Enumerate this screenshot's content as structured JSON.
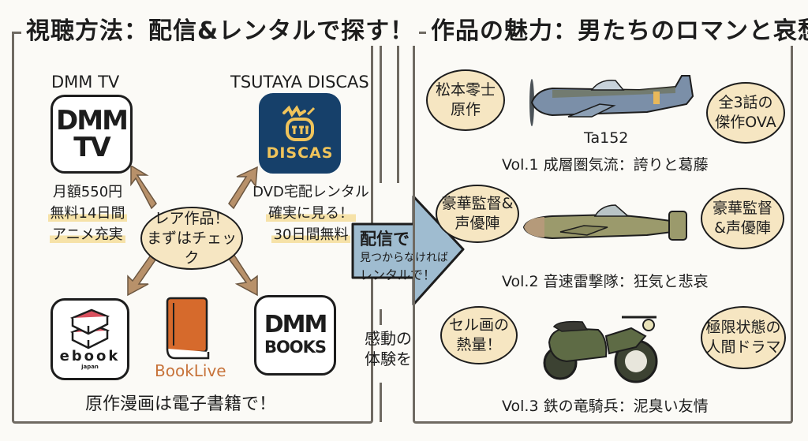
{
  "left_section": {
    "title": "視聴方法：配信&レンタルで探す！",
    "accent_color": "#8fb0c6",
    "services": {
      "dmm_tv": {
        "name": "DMM TV",
        "logo_line1": "DMM",
        "logo_line2": "TV",
        "notes": [
          "月額550円",
          "無料14日間",
          "アニメ充実"
        ]
      },
      "tsutaya_discas": {
        "name": "TSUTAYA DISCAS",
        "logo_text": "DISCAS",
        "notes": [
          "DVD宅配レンタル",
          "確実に見る！",
          "30日間無料"
        ]
      }
    },
    "center_bubble": {
      "line1": "レア作品！",
      "line2": "まずはチェック"
    },
    "ebook_services": {
      "ebookjapan": {
        "logo_main": "ebook",
        "logo_sub": "japan"
      },
      "booklive": {
        "logo_text": "BookLive"
      },
      "dmm_books": {
        "logo_line1": "DMM",
        "logo_line2": "BOOKS"
      }
    },
    "footer_caption": "原作漫画は電子書籍で！"
  },
  "middle": {
    "arrow": {
      "line1": "配信で",
      "line2": "見つからなければ",
      "line3": "レンタルで！",
      "color": "#9fbcd0"
    },
    "caption": {
      "line1": "感動の",
      "line2": "体験を"
    }
  },
  "right_section": {
    "title": "作品の魅力：男たちのロマンと哀愁",
    "accent_color": "#c9a37e",
    "volumes": [
      {
        "vehicle_label": "Ta152",
        "caption": "Vol.1  成層圏気流：誇りと葛藤",
        "bubble_left": [
          "松本零士",
          "原作"
        ],
        "bubble_right": [
          "全3話の",
          "傑作OVA"
        ]
      },
      {
        "vehicle_label": "",
        "caption": "Vol.2  音速雷撃隊：狂気と悲哀",
        "bubble_left": [
          "豪華監督&",
          "声優陣"
        ],
        "bubble_right": [
          "豪華監督",
          "&声優陣"
        ]
      },
      {
        "vehicle_label": "",
        "caption": "Vol.3  鉄の竜騎兵：泥臭い友情",
        "bubble_left": [
          "セル画の",
          "熱量！"
        ],
        "bubble_right": [
          "極限状態の",
          "人間ドラマ"
        ]
      }
    ]
  }
}
